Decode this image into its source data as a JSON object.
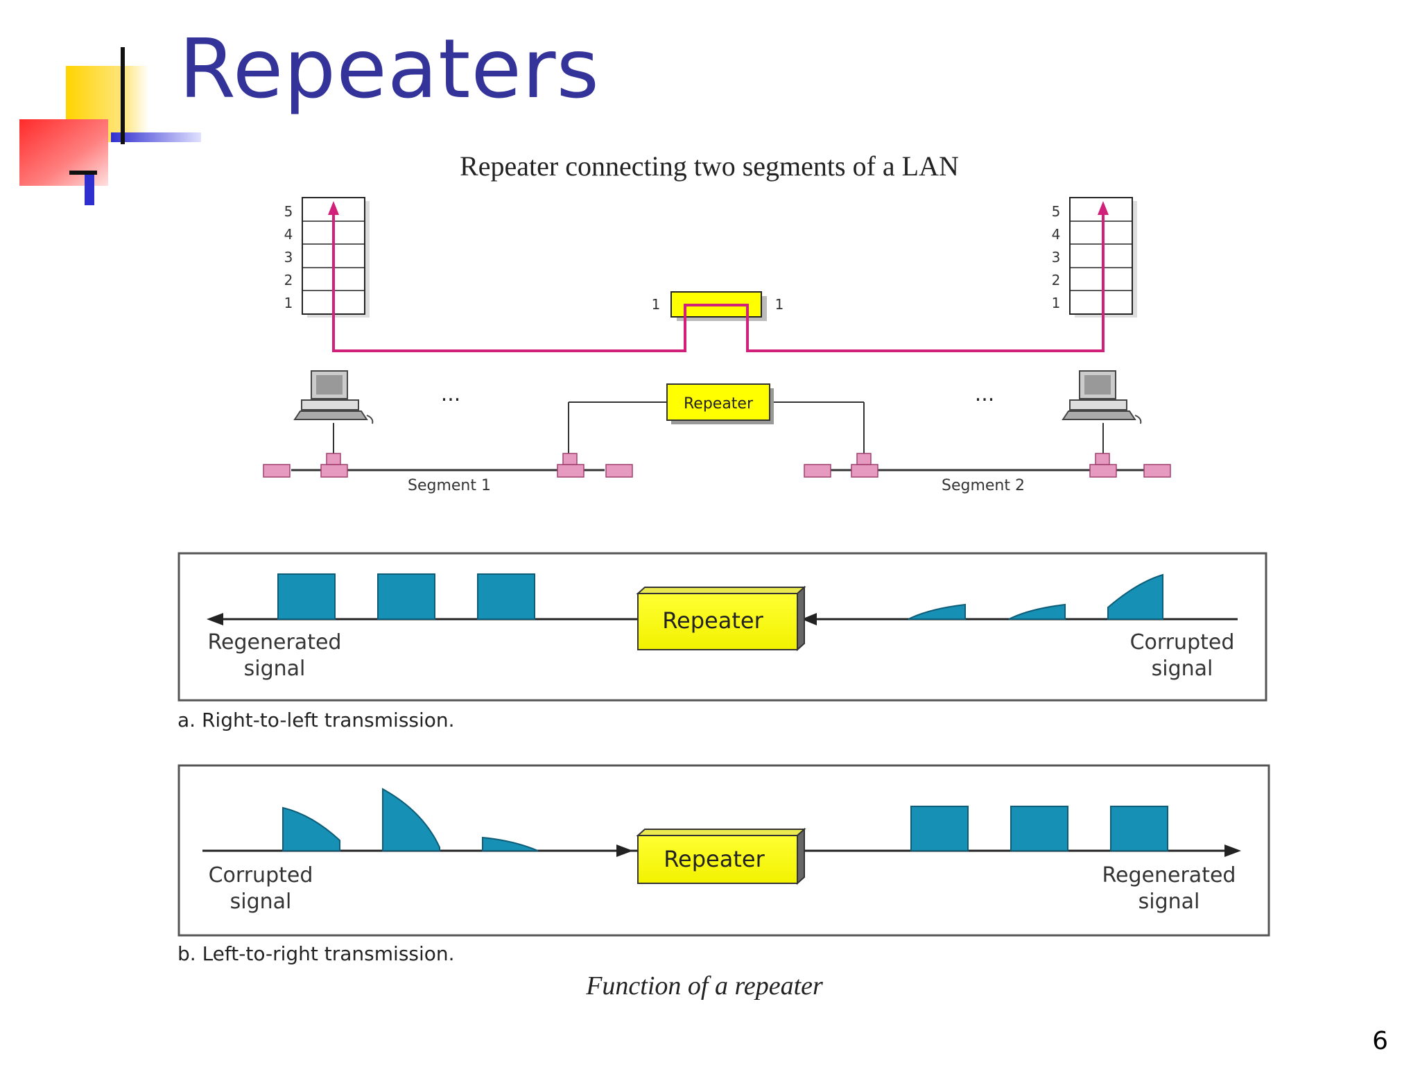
{
  "slide": {
    "title": "Repeaters",
    "page_number": "6"
  },
  "top_diagram": {
    "title": "Repeater connecting two segments of a LAN",
    "layers_left": [
      "5",
      "4",
      "3",
      "2",
      "1"
    ],
    "layers_right": [
      "5",
      "4",
      "3",
      "2",
      "1"
    ],
    "repeater_layer_left": "1",
    "repeater_layer_right": "1",
    "repeater_label": "Repeater",
    "ellipsis": "...",
    "segment1_label": "Segment 1",
    "segment2_label": "Segment 2"
  },
  "panel_a": {
    "left_label_line1": "Regenerated",
    "left_label_line2": "signal",
    "right_label_line1": "Corrupted",
    "right_label_line2": "signal",
    "repeater_label": "Repeater",
    "caption": "a. Right-to-left transmission."
  },
  "panel_b": {
    "left_label_line1": "Corrupted",
    "left_label_line2": "signal",
    "right_label_line1": "Regenerated",
    "right_label_line2": "signal",
    "repeater_label": "Repeater",
    "caption": "b. Left-to-right transmission."
  },
  "figure_caption": "Function of a repeater",
  "colors": {
    "title": "#33339a",
    "signal": "#1790b5",
    "repeater_box": "#ffff00",
    "path_line": "#d0207a",
    "connector": "#e79ac0"
  }
}
